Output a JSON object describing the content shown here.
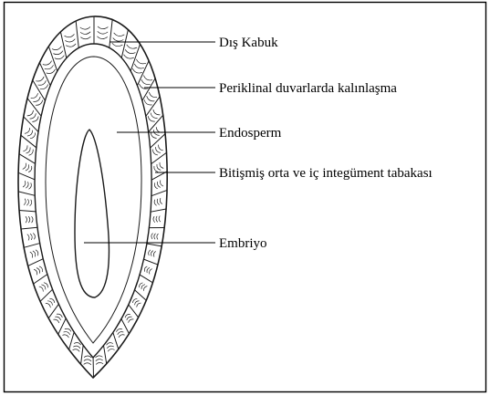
{
  "diagram": {
    "labels": [
      {
        "key": "outer_shell",
        "text": "Dış Kabuk"
      },
      {
        "key": "periclinal",
        "text": "Periklinal duvarlarda kalınlaşma"
      },
      {
        "key": "endosperm",
        "text": "Endosperm"
      },
      {
        "key": "integument",
        "text": "Bitişmiş orta ve iç integüment tabakası"
      },
      {
        "key": "embryo",
        "text": "Embriyo"
      }
    ]
  }
}
